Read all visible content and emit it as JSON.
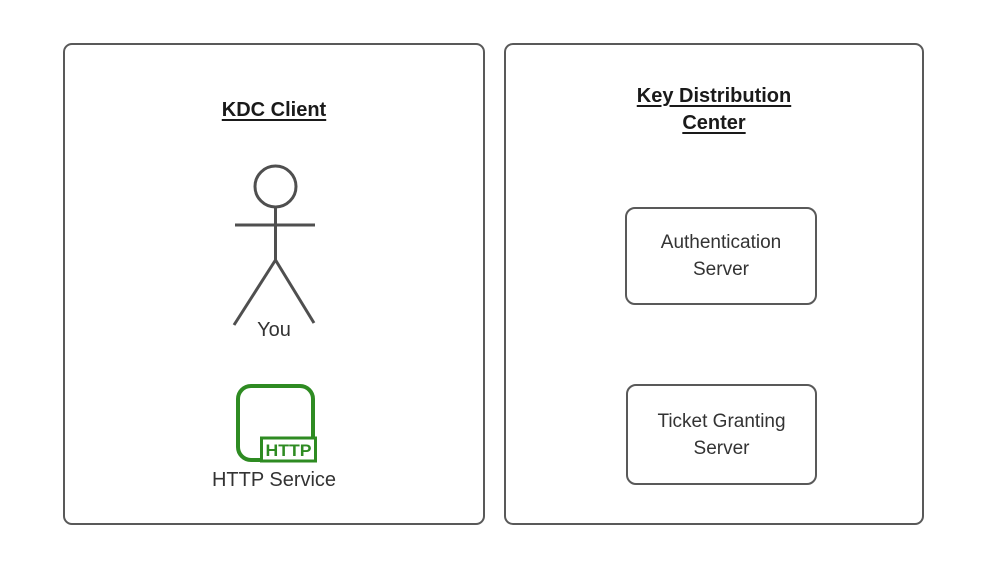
{
  "client_panel": {
    "title": "KDC Client",
    "actor_label": "You",
    "service_icon_text": "HTTP",
    "service_label": "HTTP Service"
  },
  "kdc_panel": {
    "title": "Key Distribution\nCenter",
    "nodes": [
      {
        "label": "Authentication\nServer"
      },
      {
        "label": "Ticket Granting\nServer"
      }
    ]
  },
  "colors": {
    "panel_border": "#595959",
    "figure_stroke": "#4f4f4f",
    "http_green": "#2e8b22",
    "title_text": "#1a1a1a",
    "label_text": "#333333"
  }
}
